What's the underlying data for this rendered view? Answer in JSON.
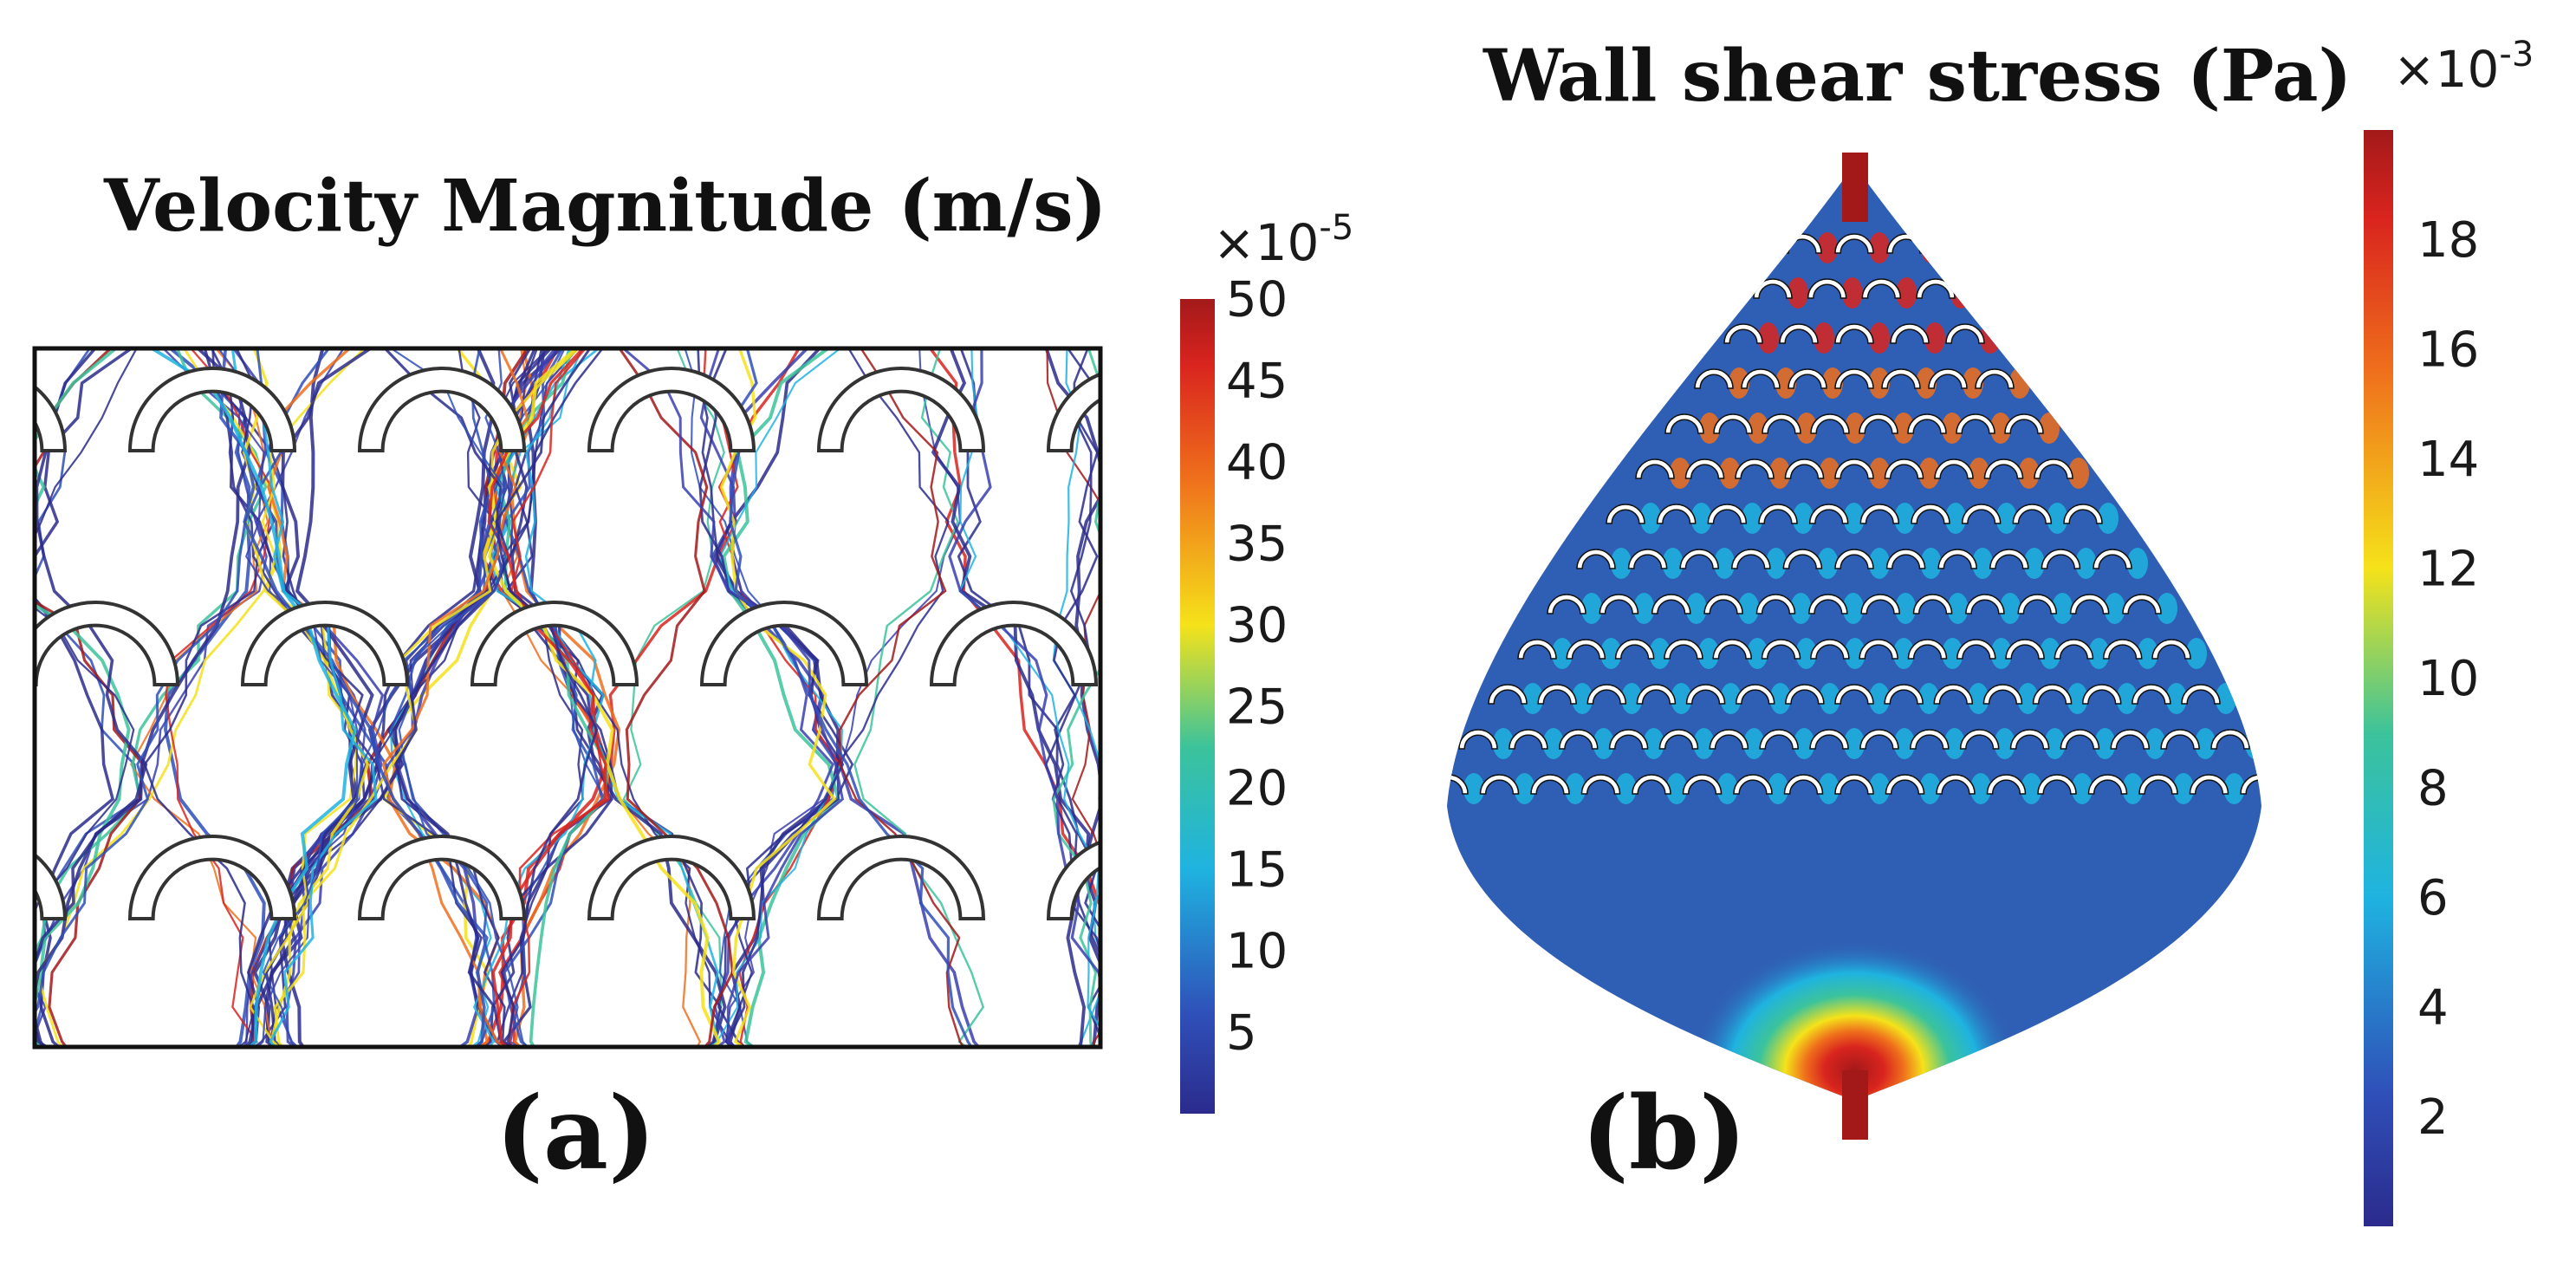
{
  "panel_a": {
    "title": "Velocity Magnitude (m/s)",
    "label": "(a)",
    "colorbar": {
      "multiplier_base": "×10",
      "multiplier_exp": "-5",
      "ticks": [
        "50",
        "45",
        "40",
        "35",
        "30",
        "25",
        "20",
        "15",
        "10",
        "5"
      ],
      "tick_values": [
        50,
        45,
        40,
        35,
        30,
        25,
        20,
        15,
        10,
        5
      ],
      "min": 0,
      "max": 50
    }
  },
  "panel_b": {
    "title": "Wall shear stress (Pa)",
    "label": "(b)",
    "colorbar": {
      "multiplier_base": "×10",
      "multiplier_exp": "-3",
      "ticks": [
        "18",
        "16",
        "14",
        "12",
        "10",
        "8",
        "6",
        "4",
        "2"
      ],
      "tick_values": [
        18,
        16,
        14,
        12,
        10,
        8,
        6,
        4,
        2
      ],
      "min": 0,
      "max": 20
    }
  },
  "colors": {
    "jet_low": "#2b2b8c",
    "jet_cyan": "#1fb3e0",
    "jet_yellow": "#f5e21a",
    "jet_orange": "#ef6f1c",
    "jet_high": "#a3191a",
    "field_base": "#2f5fb4",
    "obstacle_stroke": "#333333"
  }
}
